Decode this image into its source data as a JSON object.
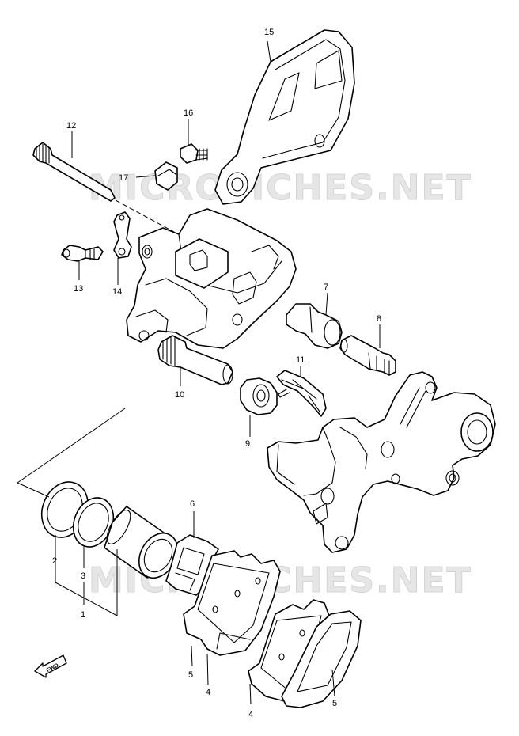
{
  "watermark": "MICROFICHES.NET",
  "fwd_label": "FWD",
  "callouts": {
    "c1": "1",
    "c2": "2",
    "c3": "3",
    "c4a": "4",
    "c4b": "4",
    "c5a": "5",
    "c5b": "5",
    "c6": "6",
    "c7": "7",
    "c8": "8",
    "c9": "9",
    "c10": "10",
    "c11": "11",
    "c12": "12",
    "c13": "13",
    "c14": "14",
    "c15": "15",
    "c16": "16",
    "c17": "17"
  }
}
